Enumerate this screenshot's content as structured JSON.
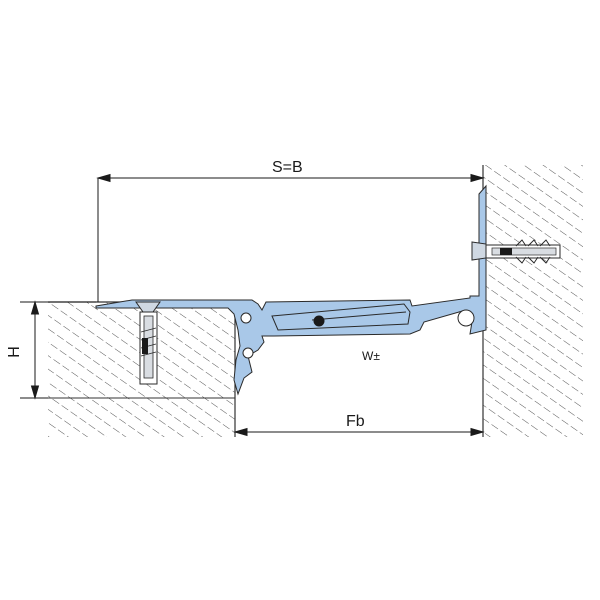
{
  "labels": {
    "span": "S=B",
    "gap": "Fb",
    "movement": "W±",
    "height": "H"
  },
  "colors": {
    "profile": "#a9c8e8",
    "outline": "#2a2a2a",
    "hatch": "#555555"
  }
}
